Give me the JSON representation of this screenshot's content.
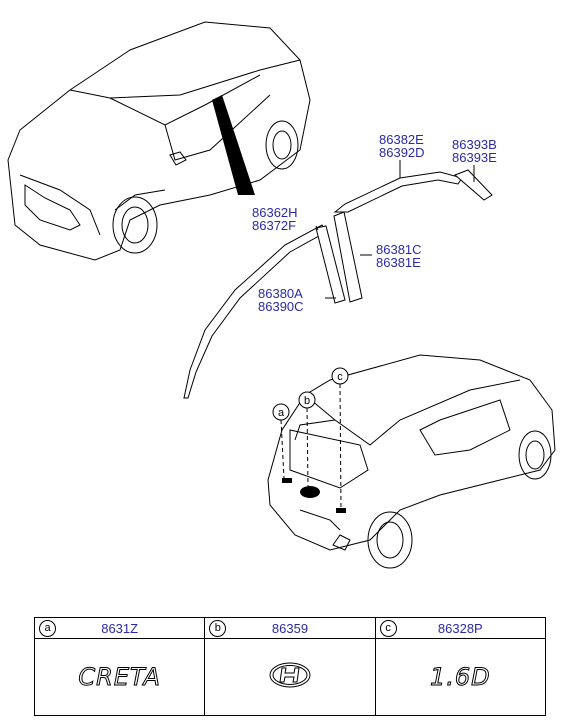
{
  "labels": {
    "p1": [
      "86382E",
      "86392D"
    ],
    "p2": [
      "86393B",
      "86393E"
    ],
    "p3": [
      "86362H",
      "86372F"
    ],
    "p4": [
      "86381C",
      "86381E"
    ],
    "p5": [
      "86380A",
      "86390C"
    ]
  },
  "callouts": {
    "a": "a",
    "b": "b",
    "c": "c"
  },
  "legend": [
    {
      "letter": "a",
      "code": "8631Z",
      "emblem": "CRETA",
      "icon": "creta-emblem"
    },
    {
      "letter": "b",
      "code": "86359",
      "emblem": "",
      "icon": "hyundai-logo-emblem"
    },
    {
      "letter": "c",
      "code": "86328P",
      "emblem": "1.6D",
      "icon": "engine-badge"
    }
  ],
  "colors": {
    "label": "#2a2aa8",
    "line": "#000000"
  }
}
